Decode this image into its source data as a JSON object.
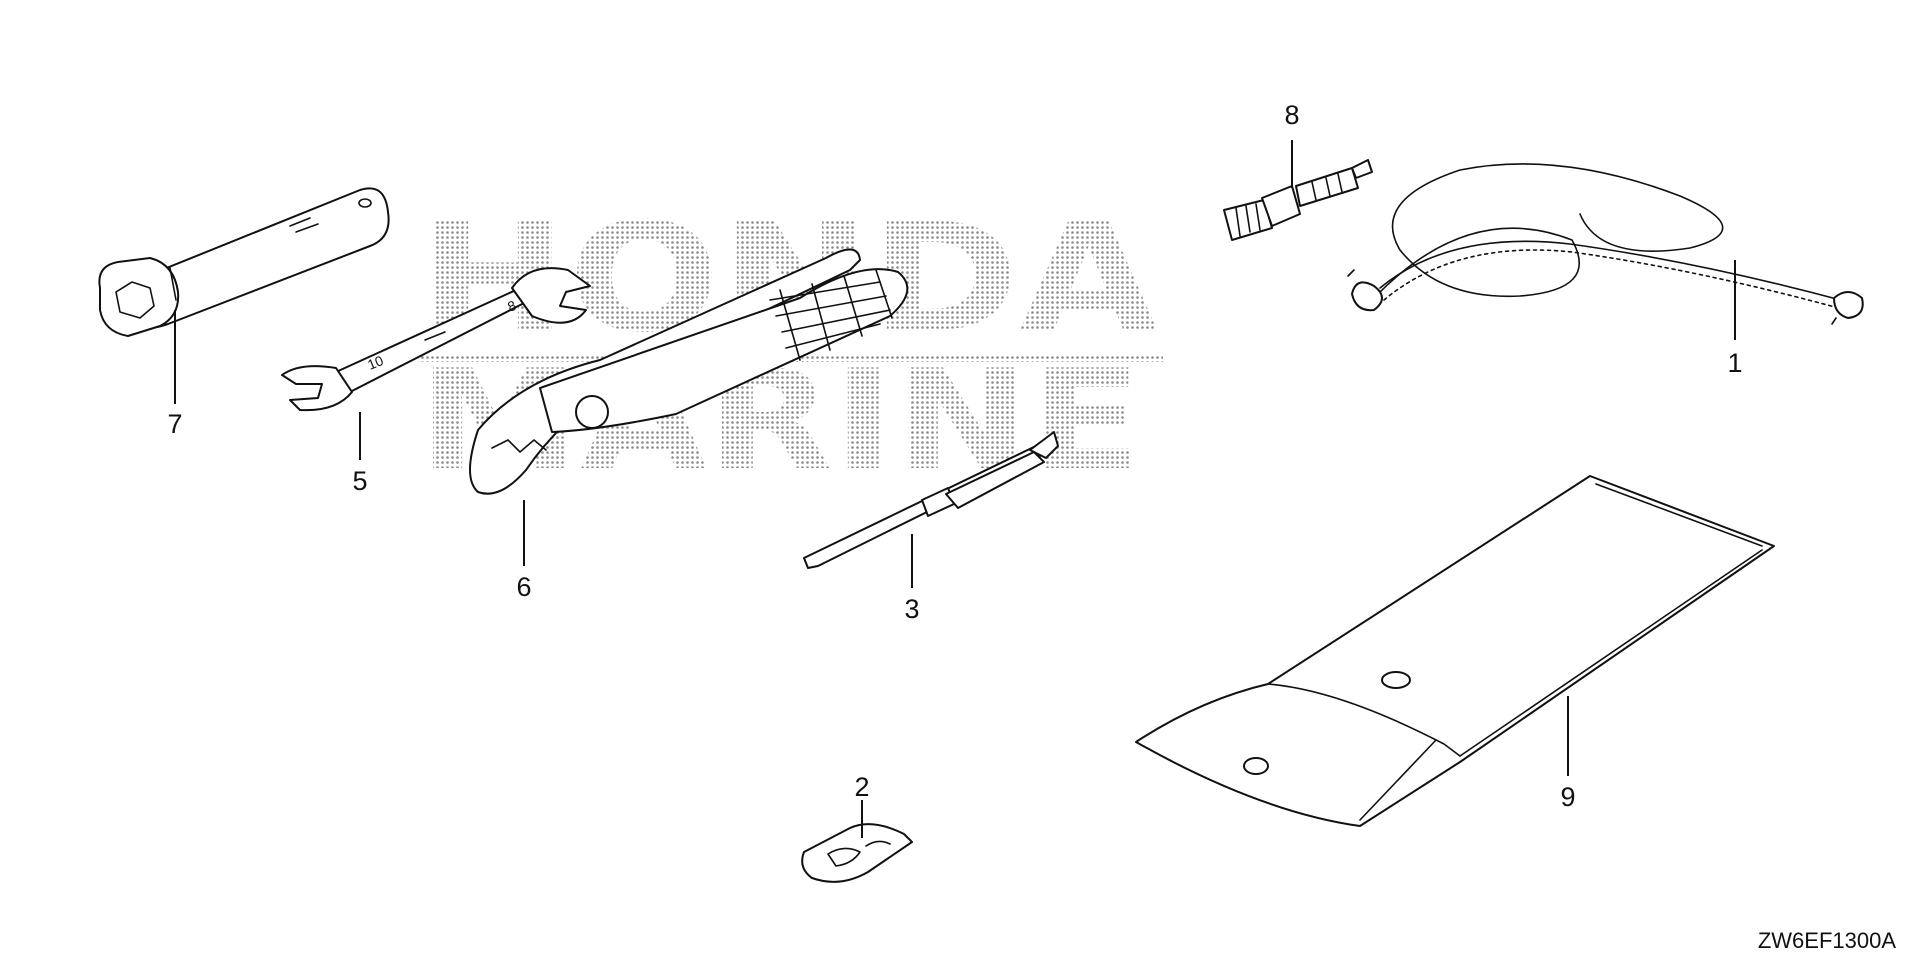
{
  "watermark": {
    "line1": "HONDA",
    "line2": "MARINE"
  },
  "diagram_code": "ZW6EF1300A",
  "callouts": [
    {
      "id": "1",
      "label": "1",
      "part_icon": "rope-icon"
    },
    {
      "id": "2",
      "label": "2",
      "part_icon": "clip-icon"
    },
    {
      "id": "3",
      "label": "3",
      "part_icon": "screwdriver-icon"
    },
    {
      "id": "5",
      "label": "5",
      "part_icon": "open-end-wrench-icon"
    },
    {
      "id": "6",
      "label": "6",
      "part_icon": "pliers-icon"
    },
    {
      "id": "7",
      "label": "7",
      "part_icon": "socket-wrench-icon"
    },
    {
      "id": "8",
      "label": "8",
      "part_icon": "spark-plug-icon"
    },
    {
      "id": "9",
      "label": "9",
      "part_icon": "tool-bag-icon"
    }
  ],
  "colors": {
    "line": "#111111",
    "watermark_dots": "#8a8a8a",
    "background": "#ffffff"
  }
}
